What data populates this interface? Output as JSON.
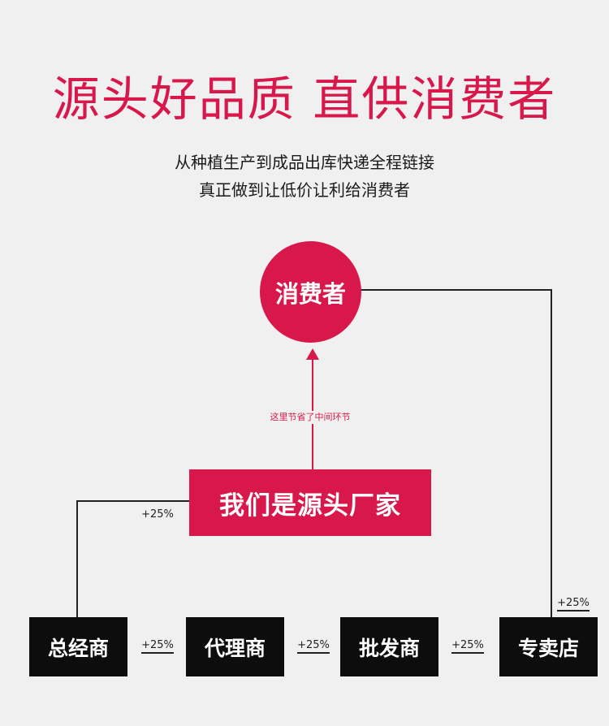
{
  "headline": "源头好品质 直供消费者",
  "subtitle_lines": [
    "从种植生产到成品出库快递全程链接",
    "真正做到让低价让利给消费者"
  ],
  "diagram": {
    "consumer_label": "消费者",
    "skip_note": "这里节省了中间环节",
    "source_label": "我们是源头厂家",
    "source_markup": "+25%",
    "chain": [
      {
        "label": "总经商"
      },
      {
        "label": "代理商"
      },
      {
        "label": "批发商"
      },
      {
        "label": "专卖店"
      }
    ],
    "chain_markups": [
      "+25%",
      "+25%",
      "+25%"
    ],
    "store_markup": "+25%"
  },
  "colors": {
    "accent": "#d8184b",
    "box": "#0d0d0d",
    "background": "#f0f0f0",
    "line": "#222222"
  }
}
